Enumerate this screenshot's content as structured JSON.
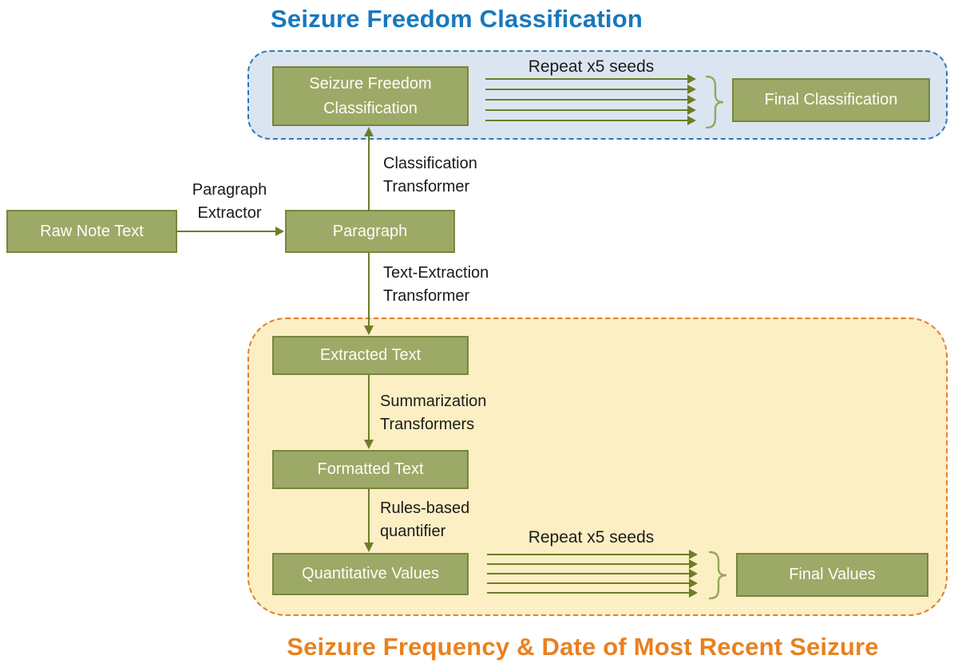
{
  "titles": {
    "top": "Seizure Freedom Classification",
    "bottom": "Seizure Frequency & Date of Most Recent Seizure"
  },
  "classification_group": {
    "node_seizure_freedom": "Seizure Freedom Classification",
    "repeat_label": "Repeat x5 seeds",
    "node_final_classification": "Final Classification"
  },
  "extraction_flow": {
    "node_raw_note_text": "Raw Note Text",
    "edge_paragraph_extractor": "Paragraph\nExtractor",
    "node_paragraph": "Paragraph",
    "edge_classification_transformer": "Classification\nTransformer",
    "edge_text_extraction_transformer": "Text-Extraction\nTransformer"
  },
  "values_group": {
    "node_extracted_text": "Extracted Text",
    "edge_summarization_transformers": "Summarization\nTransformers",
    "node_formatted_text": "Formatted Text",
    "edge_rules_based_quantifier": "Rules-based\nquantifier",
    "node_quantitative_values": "Quantitative Values",
    "repeat_label": "Repeat x5 seeds",
    "node_final_values": "Final Values"
  },
  "colors": {
    "node_fill": "#9DA967",
    "node_border": "#77863C",
    "arrow": "#6E7E26",
    "blue_group_fill": "#DBE5F2",
    "blue_group_border": "#2E76B5",
    "gold_group_fill": "#FBEFC3",
    "gold_group_border": "#E07E2E",
    "title_top": "#1878BE",
    "title_bottom": "#E9811F"
  }
}
